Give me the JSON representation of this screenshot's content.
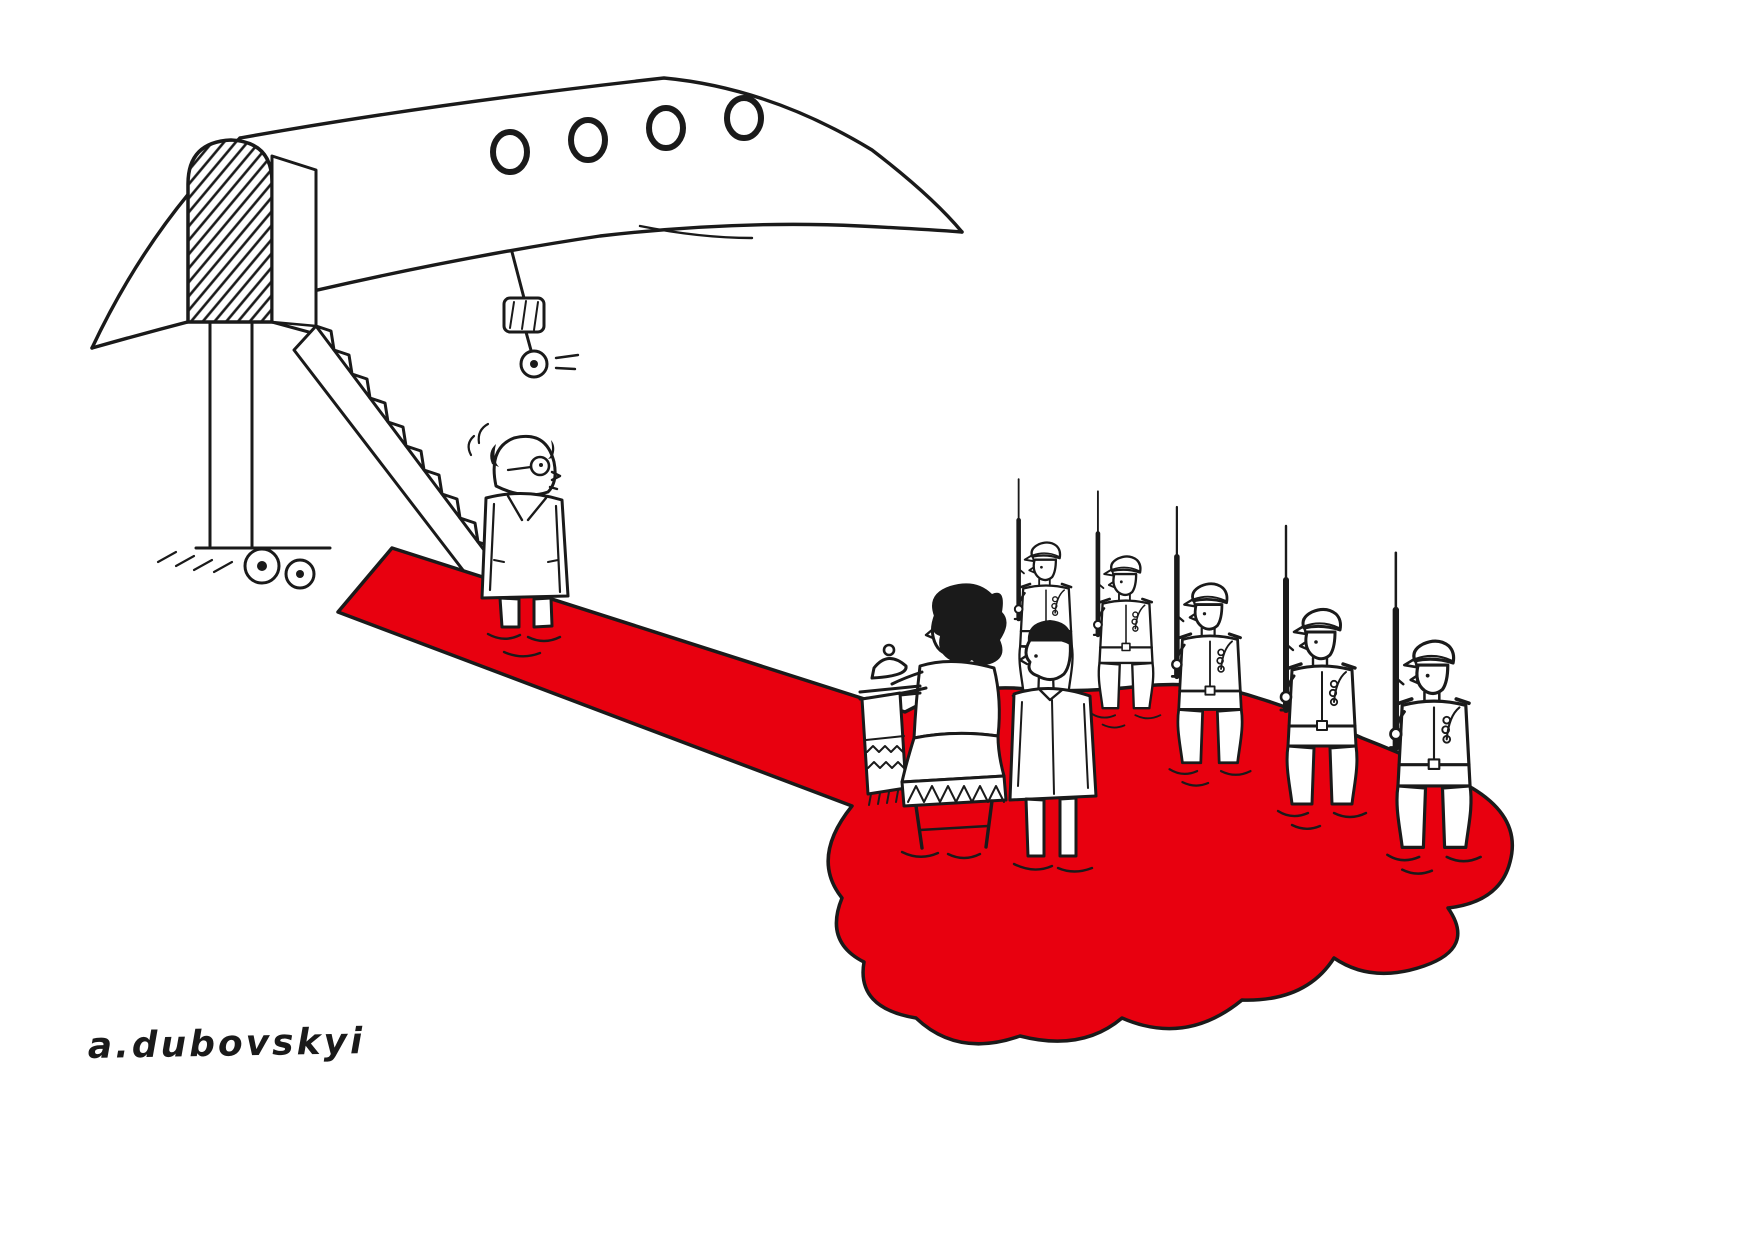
{
  "artwork": {
    "signature": "a.dubovskyi",
    "palette": {
      "ink": "#1a1a1a",
      "red": "#e8000f",
      "paper": "#ffffff"
    },
    "scene": {
      "elements": [
        "airplane-fuselage",
        "porthole-windows",
        "door-opening",
        "airstairs",
        "trailing-wheel",
        "red-carpet-blood-pool",
        "dignitary",
        "greeter-woman",
        "bread-and-salt",
        "embroidered-towel",
        "stool",
        "greeter-man",
        "honor-guard-soldiers"
      ]
    }
  }
}
